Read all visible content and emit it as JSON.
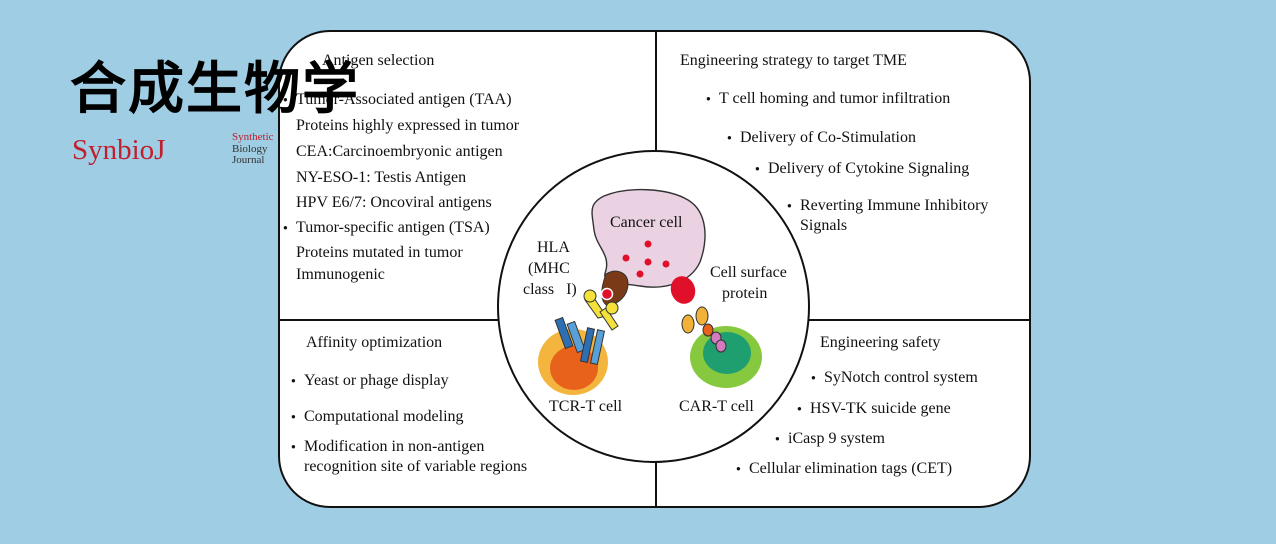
{
  "logo": {
    "chinese_text": "合成生物学",
    "english_text": "SynbioJ",
    "subtitle_lines": [
      "Synthetic",
      "Biology",
      "Journal"
    ]
  },
  "quadrants": {
    "antigen_selection": {
      "title": "Antigen selection",
      "items": [
        "Tumor-Associated antigen (TAA)",
        "Proteins highly expressed in tumor",
        "CEA:Carcinoembryonic antigen",
        "NY-ESO-1: Testis Antigen",
        "HPV E6/7: Oncoviral antigens",
        "Tumor-specific antigen (TSA)",
        "Proteins mutated in tumor",
        "Immunogenic"
      ]
    },
    "engineering_tme": {
      "title": "Engineering strategy to target TME",
      "items": [
        "T cell homing and tumor infiltration",
        "Delivery of Co-Stimulation",
        "Delivery of Cytokine Signaling",
        "Reverting Immune Inhibitory",
        "Signals"
      ]
    },
    "affinity_optimization": {
      "title": "Affinity optimization",
      "items": [
        "Yeast or phage display",
        "Computational modeling",
        "Modification in non-antigen",
        "recognition site of variable regions"
      ]
    },
    "engineering_safety": {
      "title": "Engineering safety",
      "items": [
        "SyNotch control system",
        "HSV-TK suicide gene",
        "iCasp 9 system",
        "Cellular elimination tags (CET)"
      ]
    }
  },
  "center": {
    "cancer_cell": "Cancer cell",
    "hla_lines": [
      "HLA",
      "(MHC",
      "class   I)"
    ],
    "cell_surface_lines": [
      "Cell surface",
      "protein"
    ],
    "tcr_t_cell": "TCR-T cell",
    "car_t_cell": "CAR-T cell"
  },
  "colors": {
    "background": "#9fcde4",
    "cancer_cell": "#ead2e2",
    "red_dots": "#e0102a",
    "tcr_outer": "#f3b53e",
    "tcr_inner": "#e8621c",
    "car_outer": "#86c93e",
    "car_inner": "#1f9e70",
    "logo_red": "#c0202e"
  }
}
